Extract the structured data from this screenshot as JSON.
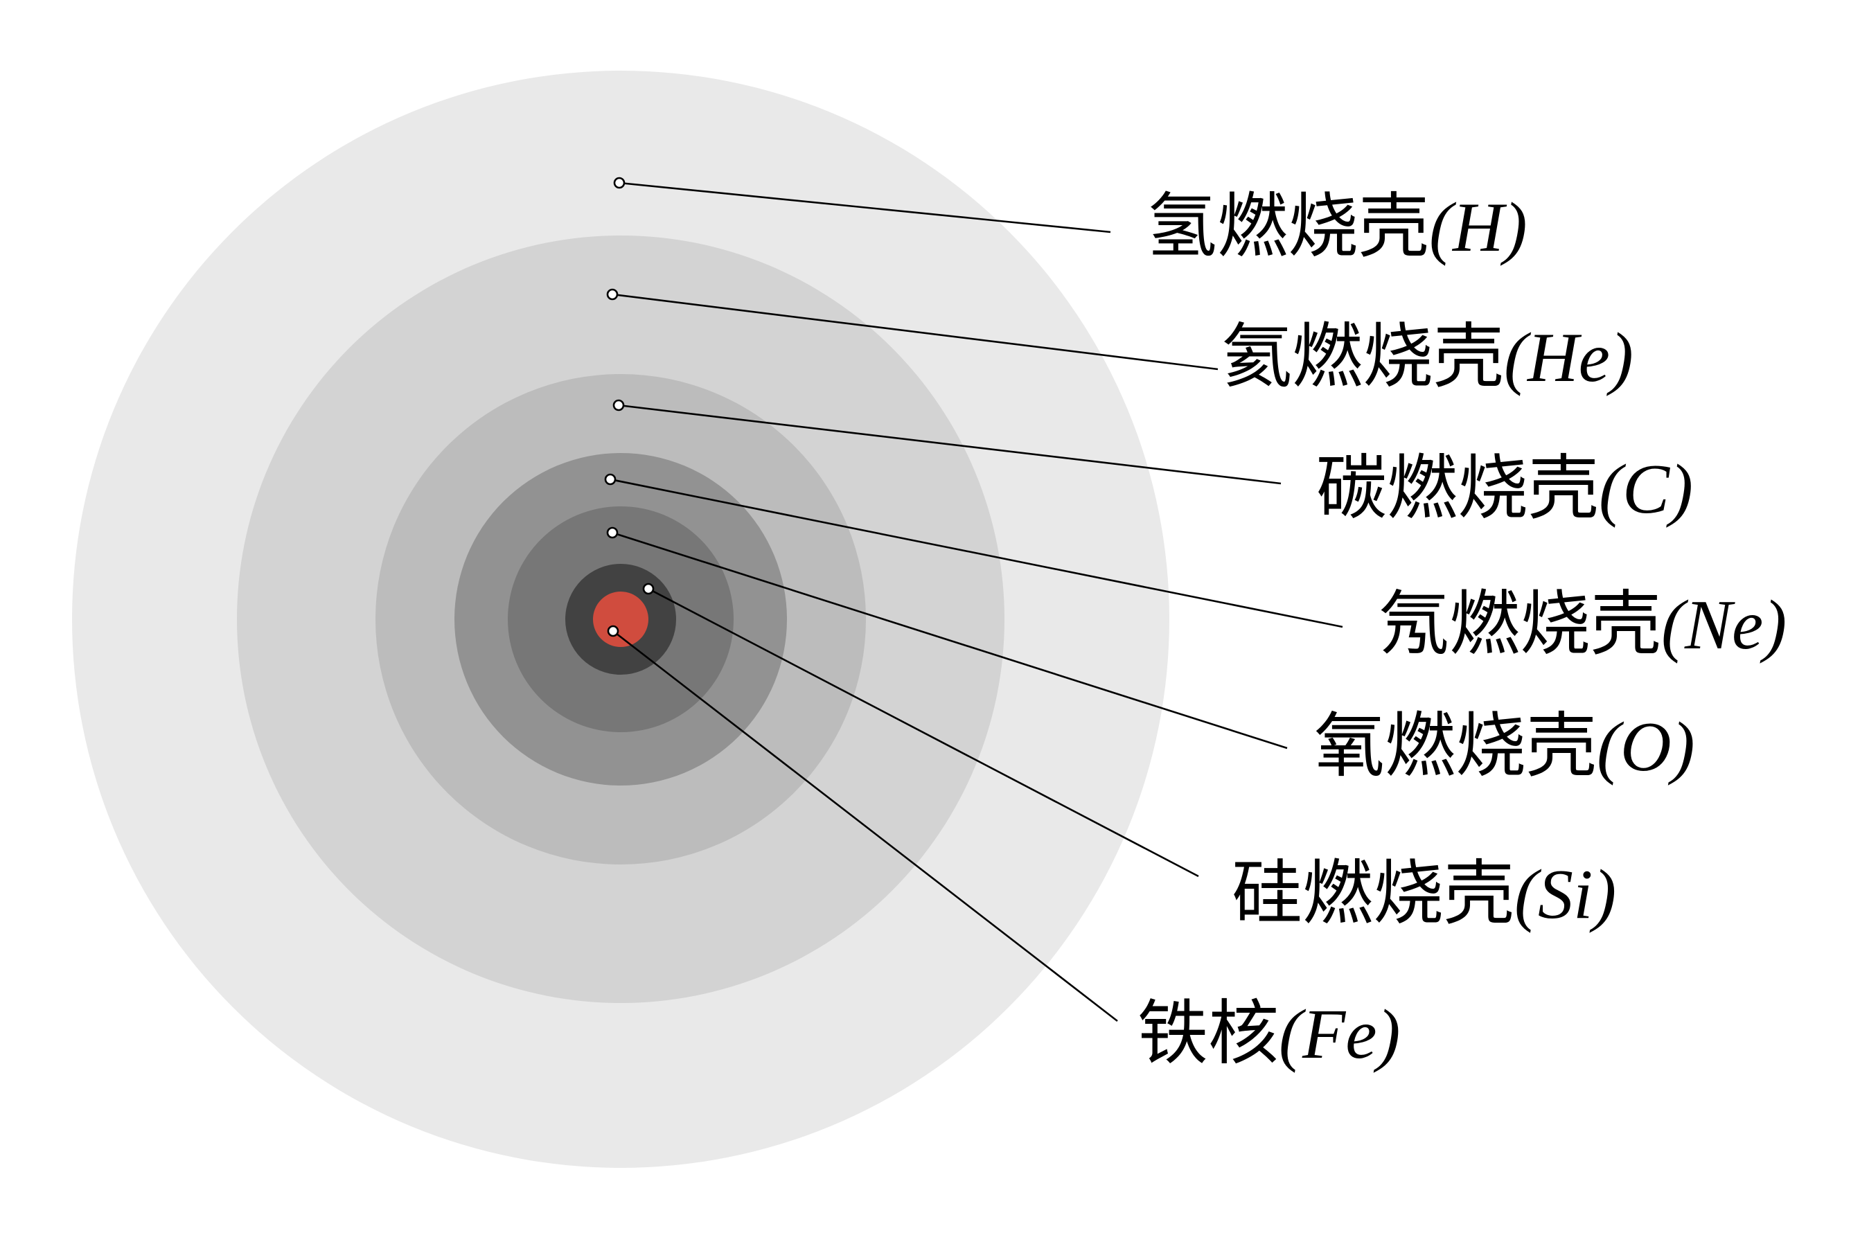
{
  "colors": {
    "background": "#ffffff",
    "hydrogen_shell": "#e9e9e9",
    "helium_shell": "#d3d3d3",
    "carbon_shell": "#bcbcbc",
    "neon_shell": "#929292",
    "oxygen_shell": "#777777",
    "silicon_shell": "#424242",
    "iron_core": "#d04c3e",
    "label_text": "#000000",
    "leader_line": "#000000"
  },
  "layers": [
    {
      "id": "hydrogen",
      "name": "氢燃烧壳",
      "symbol": "(H)",
      "color_key": "hydrogen_shell"
    },
    {
      "id": "helium",
      "name": "氦燃烧壳",
      "symbol": "(He)",
      "color_key": "helium_shell"
    },
    {
      "id": "carbon",
      "name": "碳燃烧壳",
      "symbol": "(C)",
      "color_key": "carbon_shell"
    },
    {
      "id": "neon",
      "name": "氖燃烧壳",
      "symbol": "(Ne)",
      "color_key": "neon_shell"
    },
    {
      "id": "oxygen",
      "name": "氧燃烧壳",
      "symbol": "(O)",
      "color_key": "oxygen_shell"
    },
    {
      "id": "silicon",
      "name": "硅燃烧壳",
      "symbol": "(Si)",
      "color_key": "silicon_shell"
    },
    {
      "id": "iron",
      "name": "铁核",
      "symbol": "(Fe)",
      "color_key": "iron_core"
    }
  ]
}
